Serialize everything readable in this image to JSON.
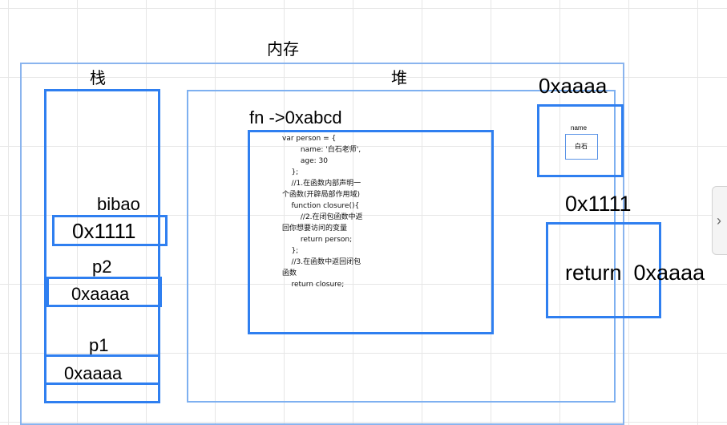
{
  "memory": {
    "title": "内存"
  },
  "stack": {
    "title": "栈",
    "bibao": {
      "label": "bibao",
      "value": "0x1111"
    },
    "p2": {
      "label": "p2",
      "value": "0xaaaa"
    },
    "p1": {
      "label": "p1",
      "value": "0xaaaa"
    }
  },
  "heap": {
    "title": "堆",
    "fn": {
      "label": "fn ->0xabcd",
      "code": [
        "var person = {",
        "        name: '白石老师',",
        "        age: 30",
        "    };",
        "    //1.在函数内部声明一",
        "个函数(开辟局部作用域)",
        "    function closure(){",
        "        //2.在闭包函数中返",
        "回你想要访问的变量",
        "        return person;",
        "    };",
        "    //3.在函数中返回闭包",
        "函数",
        "    return closure;"
      ]
    }
  },
  "obj_aaaa": {
    "address": "0xaaaa",
    "field_name": "name",
    "field_value": "白石"
  },
  "obj_1111": {
    "address": "0x1111",
    "content": "return  0xaaaa"
  },
  "side_panel": {
    "icon": "chevron-right-icon",
    "glyph": "›"
  }
}
